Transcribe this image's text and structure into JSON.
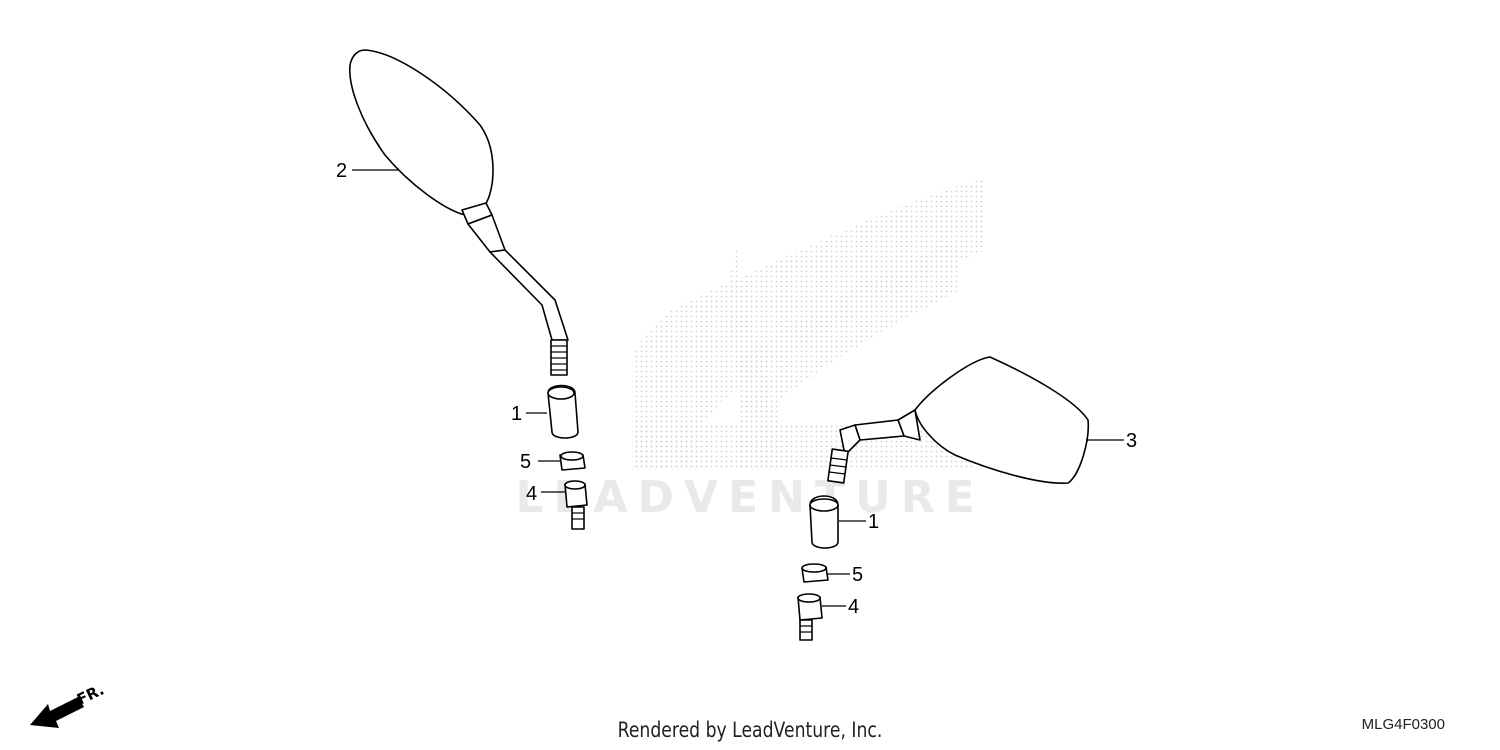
{
  "watermark": {
    "brand": "LEADVENTURE"
  },
  "callouts": {
    "left_mirror": "2",
    "left_adapter": "1",
    "left_nut": "5",
    "left_bolt": "4",
    "right_mirror": "3",
    "right_adapter": "1",
    "right_nut": "5",
    "right_bolt": "4"
  },
  "direction": {
    "label": "FR."
  },
  "footer": {
    "credit": "Rendered by LeadVenture, Inc.",
    "diagram_code": "MLG4F0300"
  }
}
